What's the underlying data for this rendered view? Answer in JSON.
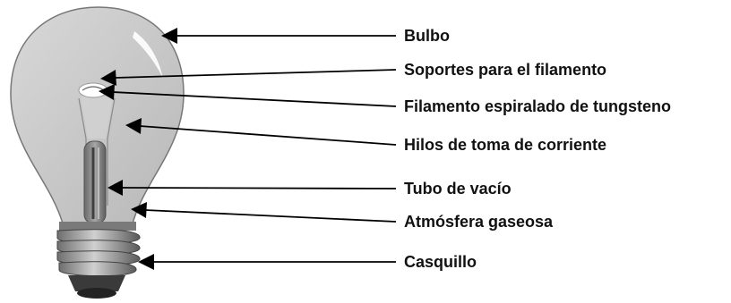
{
  "labels": {
    "bulbo": "Bulbo",
    "soportes": "Soportes para el filamento",
    "filamento": "Filamento espiralado de tungsteno",
    "hilos": "Hilos de toma de corriente",
    "tubo": "Tubo de vacío",
    "atmosfera": "Atmósfera gaseosa",
    "casquillo": "Casquillo"
  },
  "colors": {
    "glass": "#c8c8c8",
    "outline": "#555555",
    "line": "#000000",
    "text": "#111111"
  }
}
